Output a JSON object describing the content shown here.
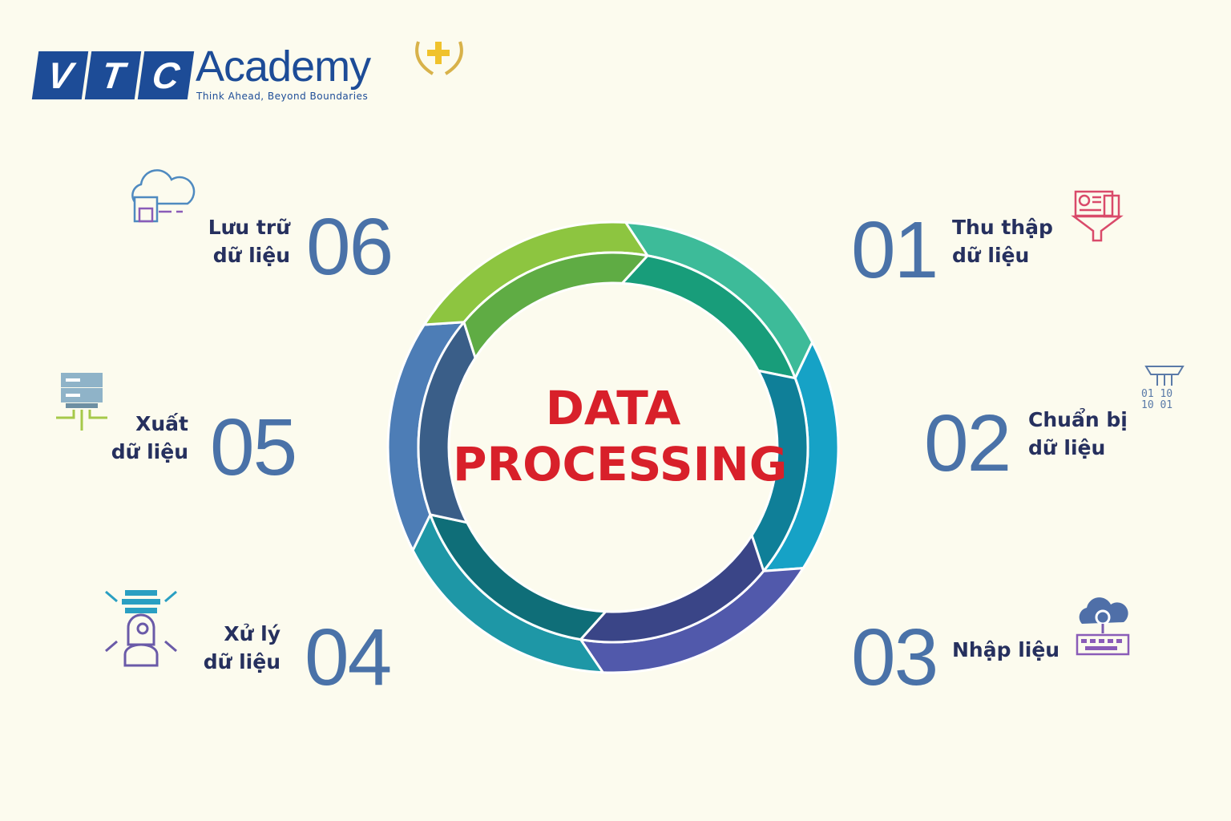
{
  "logo": {
    "letters": [
      "V",
      "T",
      "C"
    ],
    "word": "Academy",
    "tagline": "Think Ahead, Beyond Boundaries"
  },
  "title": {
    "line1": "DATA",
    "line2": "PROCESSING",
    "color": "#d8202a"
  },
  "steps": [
    {
      "number": "01",
      "line1": "Thu thập",
      "line2": "dữ liệu",
      "icon": "funnel-document-icon",
      "outer_color": "#3dbb99",
      "inner_color": "#189d7a"
    },
    {
      "number": "02",
      "line1": "Chuẩn bị",
      "line2": "dữ liệu",
      "icon": "binary-filter-icon",
      "outer_color": "#16a2c6",
      "inner_color": "#0f7f98"
    },
    {
      "number": "03",
      "line1": "Nhập liệu",
      "line2": "",
      "icon": "cloud-keyboard-icon",
      "outer_color": "#5159ab",
      "inner_color": "#3a4587"
    },
    {
      "number": "04",
      "line1": "Xử lý",
      "line2": "dữ liệu",
      "icon": "ai-head-binary-icon",
      "outer_color": "#1e97a6",
      "inner_color": "#0f6e78"
    },
    {
      "number": "05",
      "line1": "Xuất",
      "line2": "dữ liệu",
      "icon": "server-export-icon",
      "outer_color": "#4d7db6",
      "inner_color": "#3a5e88"
    },
    {
      "number": "06",
      "line1": "Lưu trữ",
      "line2": "dữ liệu",
      "icon": "cloud-storage-icon",
      "outer_color": "#8dc540",
      "inner_color": "#5fac44"
    }
  ]
}
